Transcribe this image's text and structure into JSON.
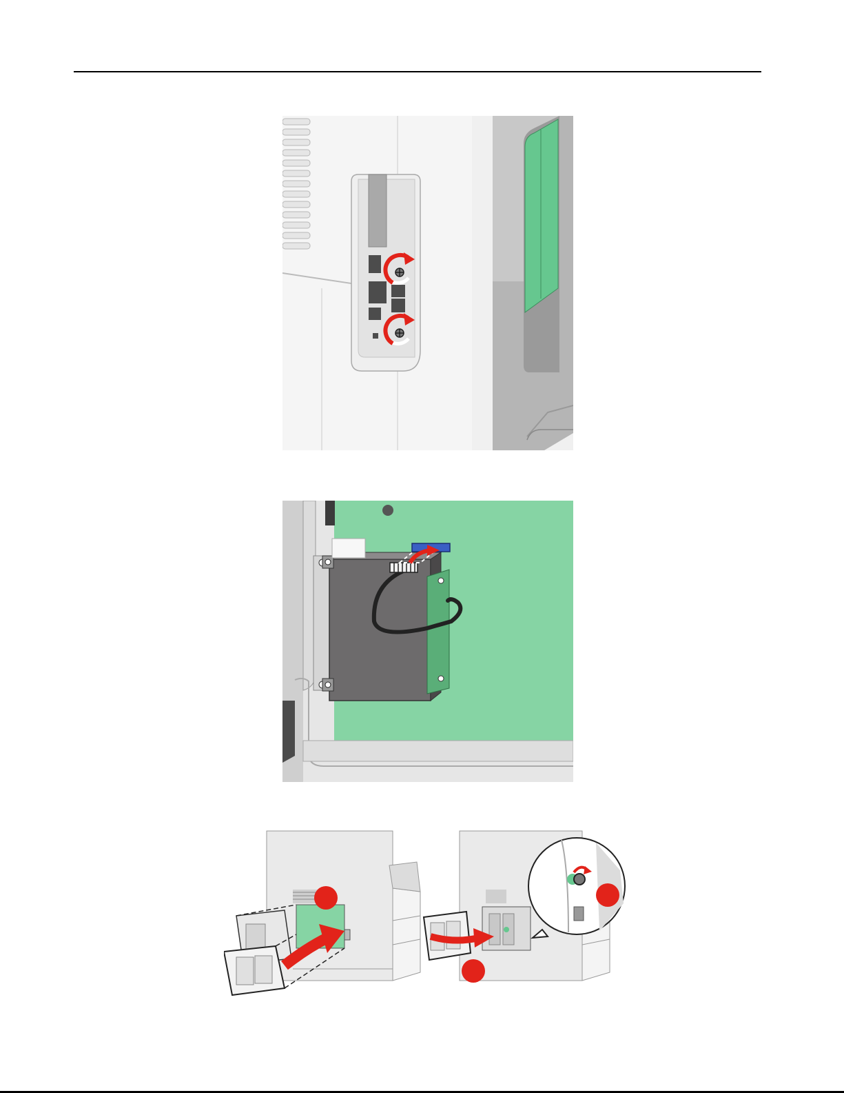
{
  "page": {
    "background": "#ffffff",
    "rule_color": "#000000"
  },
  "figures": [
    {
      "id": "remove-system-board-screws",
      "icons": [
        "screw-icon",
        "counterclockwise-arrow-icon"
      ]
    },
    {
      "id": "attach-hard-disk-cable",
      "icons": [
        "hard-disk-icon",
        "ribbon-cable-icon",
        "insert-arrow-icon"
      ]
    },
    {
      "id": "reattach-access-door",
      "icons": [
        "callout-1-icon",
        "callout-2-icon",
        "callout-3-icon",
        "clockwise-arrow-icon"
      ]
    }
  ],
  "colors": {
    "board_green": "#66c78f",
    "board_green_light": "#86d4a4",
    "arrow_red": "#e2231a",
    "drive_gray": "#6d6b6c",
    "connector_blue": "#3a5fc4",
    "printer_gray": "#e8e8e8"
  }
}
